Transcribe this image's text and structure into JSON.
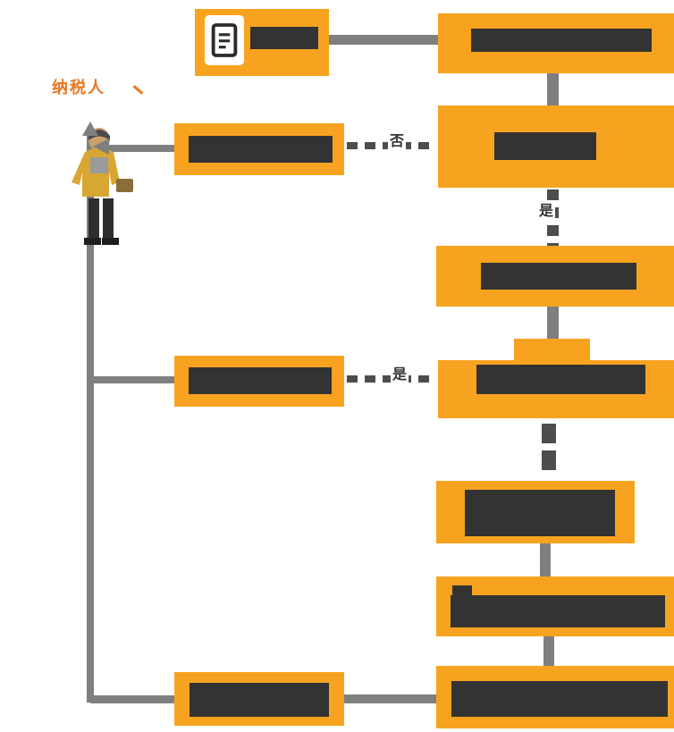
{
  "palette": {
    "node_orange": "#F8A31F",
    "block_dark": "#333333",
    "connector_gray": "#7F7F7F",
    "dash_dark": "#4D4D4D",
    "accent_orange": "#E87722",
    "icon_ink": "#2B2B2B",
    "canvas_white": "#FFFFFF"
  },
  "labels": {
    "taxpayer": "纳税人",
    "branch_no": "否",
    "branch_yes_down": "是",
    "branch_yes_right": "是"
  },
  "diagram": {
    "kind": "flowchart",
    "nodes": [
      {
        "id": "report-node",
        "icon": "document-icon",
        "redacted": true
      },
      {
        "id": "right-node-1",
        "redacted": true
      },
      {
        "id": "right-node-2",
        "redacted": true
      },
      {
        "id": "right-node-3",
        "redacted": true
      },
      {
        "id": "right-node-4-tabbed",
        "redacted": true
      },
      {
        "id": "right-node-5",
        "redacted": true
      },
      {
        "id": "right-node-6",
        "redacted": true
      },
      {
        "id": "right-node-7",
        "redacted": true
      },
      {
        "id": "left-node-1",
        "redacted": true
      },
      {
        "id": "left-node-2",
        "redacted": true
      },
      {
        "id": "left-node-3",
        "redacted": true
      },
      {
        "id": "actor",
        "label": "纳税人",
        "icon": "person-icon"
      }
    ],
    "edges": [
      {
        "from": "report-node",
        "to": "right-node-1",
        "style": "solid"
      },
      {
        "from": "right-node-1",
        "to": "right-node-2",
        "style": "solid"
      },
      {
        "from": "left-node-1",
        "to": "right-node-2",
        "style": "dashed",
        "label": "否"
      },
      {
        "from": "right-node-2",
        "to": "right-node-3",
        "style": "dashed",
        "label": "是"
      },
      {
        "from": "right-node-3",
        "to": "right-node-4-tabbed",
        "style": "solid"
      },
      {
        "from": "left-node-2",
        "to": "right-node-4-tabbed",
        "style": "dashed",
        "label": "是"
      },
      {
        "from": "right-node-4-tabbed",
        "to": "right-node-5",
        "style": "dashed-bold"
      },
      {
        "from": "right-node-5",
        "to": "right-node-6",
        "style": "solid"
      },
      {
        "from": "right-node-6",
        "to": "right-node-7",
        "style": "solid"
      },
      {
        "from": "left-node-3",
        "to": "right-node-7",
        "style": "solid"
      },
      {
        "from": "left-node-1",
        "to": "actor",
        "style": "solid-arrow"
      },
      {
        "from": "actor-line",
        "to": "left-node-2",
        "style": "solid"
      },
      {
        "from": "actor-line",
        "to": "left-node-3",
        "style": "solid"
      }
    ]
  }
}
